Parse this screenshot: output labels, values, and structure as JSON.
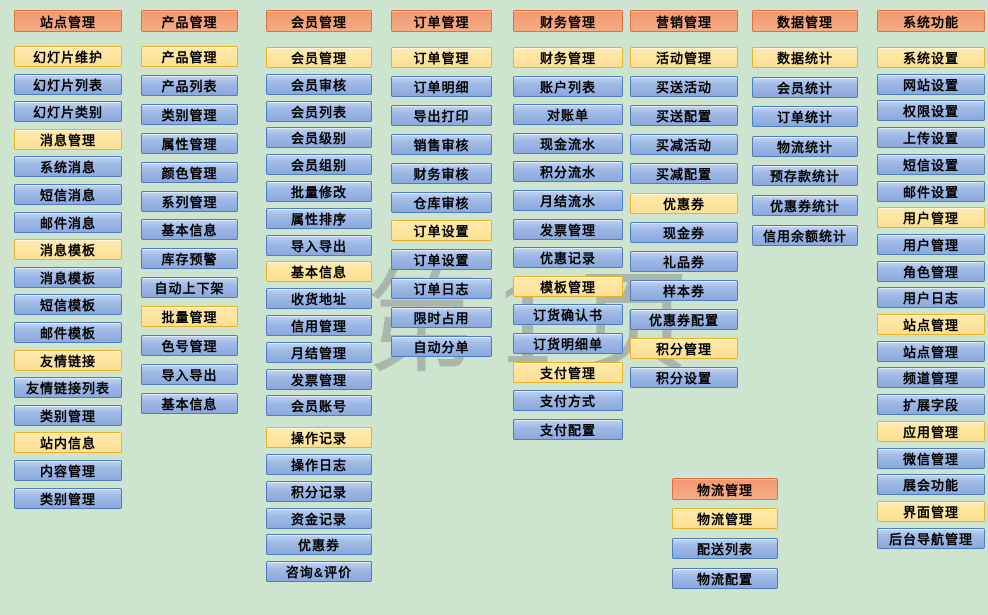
{
  "page": {
    "watermark": "第1页",
    "background_color": "#CDE5CE"
  },
  "colors": {
    "background": "#CDE5CE",
    "column_header_fill": "#F4A37C",
    "column_header_border": "#E0703C",
    "item_fill_top": "#C4D5F1",
    "item_fill_bottom": "#8CA9DC",
    "item_border": "#4E7CC0",
    "group_fill": "#FCDF94",
    "group_border": "#EDB128",
    "watermark_color": "#8F8F8F",
    "text": "#000000"
  },
  "columns": [
    {
      "title": "站点管理",
      "items": [
        {
          "label": "幻灯片维护",
          "style": "group"
        },
        {
          "label": "幻灯片列表",
          "style": "item"
        },
        {
          "label": "幻灯片类别",
          "style": "item"
        },
        {
          "label": "消息管理",
          "style": "group"
        },
        {
          "label": "系统消息",
          "style": "item"
        },
        {
          "label": "短信消息",
          "style": "item"
        },
        {
          "label": "邮件消息",
          "style": "item"
        },
        {
          "label": "消息模板",
          "style": "group"
        },
        {
          "label": "消息模板",
          "style": "item"
        },
        {
          "label": "短信模板",
          "style": "item"
        },
        {
          "label": "邮件模板",
          "style": "item"
        },
        {
          "label": "友情链接",
          "style": "group"
        },
        {
          "label": "友情链接列表",
          "style": "item"
        },
        {
          "label": "类别管理",
          "style": "item"
        },
        {
          "label": "站内信息",
          "style": "group"
        },
        {
          "label": "内容管理",
          "style": "item"
        },
        {
          "label": "类别管理",
          "style": "item"
        }
      ]
    },
    {
      "title": "产品管理",
      "items": [
        {
          "label": "产品管理",
          "style": "group"
        },
        {
          "label": "产品列表",
          "style": "item"
        },
        {
          "label": "类别管理",
          "style": "item"
        },
        {
          "label": "属性管理",
          "style": "item"
        },
        {
          "label": "颜色管理",
          "style": "item"
        },
        {
          "label": "系列管理",
          "style": "item"
        },
        {
          "label": "基本信息",
          "style": "item"
        },
        {
          "label": "库存预警",
          "style": "item"
        },
        {
          "label": "自动上下架",
          "style": "item"
        },
        {
          "label": "批量管理",
          "style": "group"
        },
        {
          "label": "色号管理",
          "style": "item"
        },
        {
          "label": "导入导出",
          "style": "item"
        },
        {
          "label": "基本信息",
          "style": "item"
        }
      ]
    },
    {
      "title": "会员管理",
      "items": [
        {
          "label": "会员管理",
          "style": "group"
        },
        {
          "label": "会员审核",
          "style": "item"
        },
        {
          "label": "会员列表",
          "style": "item"
        },
        {
          "label": "会员级别",
          "style": "item"
        },
        {
          "label": "会员组别",
          "style": "item"
        },
        {
          "label": "批量修改",
          "style": "item"
        },
        {
          "label": "属性排序",
          "style": "item"
        },
        {
          "label": "导入导出",
          "style": "item"
        },
        {
          "label": "基本信息",
          "style": "group"
        },
        {
          "label": "收货地址",
          "style": "item"
        },
        {
          "label": "信用管理",
          "style": "item"
        },
        {
          "label": "月结管理",
          "style": "item"
        },
        {
          "label": "发票管理",
          "style": "item"
        },
        {
          "label": "会员账号",
          "style": "item"
        },
        {
          "label": "操作记录",
          "style": "group"
        },
        {
          "label": "操作日志",
          "style": "item"
        },
        {
          "label": "积分记录",
          "style": "item"
        },
        {
          "label": "资金记录",
          "style": "item"
        },
        {
          "label": "优惠券",
          "style": "item"
        },
        {
          "label": "咨询&评价",
          "style": "item"
        }
      ]
    },
    {
      "title": "订单管理",
      "items": [
        {
          "label": "订单管理",
          "style": "group"
        },
        {
          "label": "订单明细",
          "style": "item"
        },
        {
          "label": "导出打印",
          "style": "item"
        },
        {
          "label": "销售审核",
          "style": "item"
        },
        {
          "label": "财务审核",
          "style": "item"
        },
        {
          "label": "仓库审核",
          "style": "item"
        },
        {
          "label": "订单设置",
          "style": "group"
        },
        {
          "label": "订单设置",
          "style": "item"
        },
        {
          "label": "订单日志",
          "style": "item"
        },
        {
          "label": "限时占用",
          "style": "item"
        },
        {
          "label": "自动分单",
          "style": "item"
        }
      ]
    },
    {
      "title": "财务管理",
      "items": [
        {
          "label": "财务管理",
          "style": "group"
        },
        {
          "label": "账户列表",
          "style": "item"
        },
        {
          "label": "对账单",
          "style": "item"
        },
        {
          "label": "现金流水",
          "style": "item"
        },
        {
          "label": "积分流水",
          "style": "item"
        },
        {
          "label": "月结流水",
          "style": "item"
        },
        {
          "label": "发票管理",
          "style": "item"
        },
        {
          "label": "优惠记录",
          "style": "item"
        },
        {
          "label": "模板管理",
          "style": "group"
        },
        {
          "label": "订货确认书",
          "style": "item"
        },
        {
          "label": "订货明细单",
          "style": "item"
        },
        {
          "label": "支付管理",
          "style": "group"
        },
        {
          "label": "支付方式",
          "style": "item"
        },
        {
          "label": "支付配置",
          "style": "item"
        }
      ]
    },
    {
      "title": "营销管理",
      "items": [
        {
          "label": "活动管理",
          "style": "group"
        },
        {
          "label": "买送活动",
          "style": "item"
        },
        {
          "label": "买送配置",
          "style": "item"
        },
        {
          "label": "买减活动",
          "style": "item"
        },
        {
          "label": "买减配置",
          "style": "item"
        },
        {
          "label": "优惠券",
          "style": "group"
        },
        {
          "label": "现金券",
          "style": "item"
        },
        {
          "label": "礼品券",
          "style": "item"
        },
        {
          "label": "样本券",
          "style": "item"
        },
        {
          "label": "优惠券配置",
          "style": "item"
        },
        {
          "label": "积分管理",
          "style": "group"
        },
        {
          "label": "积分设置",
          "style": "item"
        }
      ]
    },
    {
      "title": "数据管理",
      "items": [
        {
          "label": "数据统计",
          "style": "group"
        },
        {
          "label": "会员统计",
          "style": "item"
        },
        {
          "label": "订单统计",
          "style": "item"
        },
        {
          "label": "物流统计",
          "style": "item"
        },
        {
          "label": "预存款统计",
          "style": "item"
        },
        {
          "label": "优惠券统计",
          "style": "item"
        },
        {
          "label": "信用余额统计",
          "style": "item"
        }
      ]
    },
    {
      "title": "系统功能",
      "items": [
        {
          "label": "系统设置",
          "style": "group"
        },
        {
          "label": "网站设置",
          "style": "item"
        },
        {
          "label": "权限设置",
          "style": "item"
        },
        {
          "label": "上传设置",
          "style": "item"
        },
        {
          "label": "短信设置",
          "style": "item"
        },
        {
          "label": "邮件设置",
          "style": "item"
        },
        {
          "label": "用户管理",
          "style": "group"
        },
        {
          "label": "用户管理",
          "style": "item"
        },
        {
          "label": "角色管理",
          "style": "item"
        },
        {
          "label": "用户日志",
          "style": "item"
        },
        {
          "label": "站点管理",
          "style": "group"
        },
        {
          "label": "站点管理",
          "style": "item"
        },
        {
          "label": "频道管理",
          "style": "item"
        },
        {
          "label": "扩展字段",
          "style": "item"
        },
        {
          "label": "应用管理",
          "style": "group"
        },
        {
          "label": "微信管理",
          "style": "item"
        },
        {
          "label": "展会功能",
          "style": "item"
        },
        {
          "label": "界面管理",
          "style": "group"
        },
        {
          "label": "后台导航管理",
          "style": "item"
        }
      ]
    }
  ],
  "logistics_block": {
    "title": "物流管理",
    "items": [
      {
        "label": "物流管理",
        "style": "group"
      },
      {
        "label": "配送列表",
        "style": "item"
      },
      {
        "label": "物流配置",
        "style": "item"
      }
    ]
  }
}
